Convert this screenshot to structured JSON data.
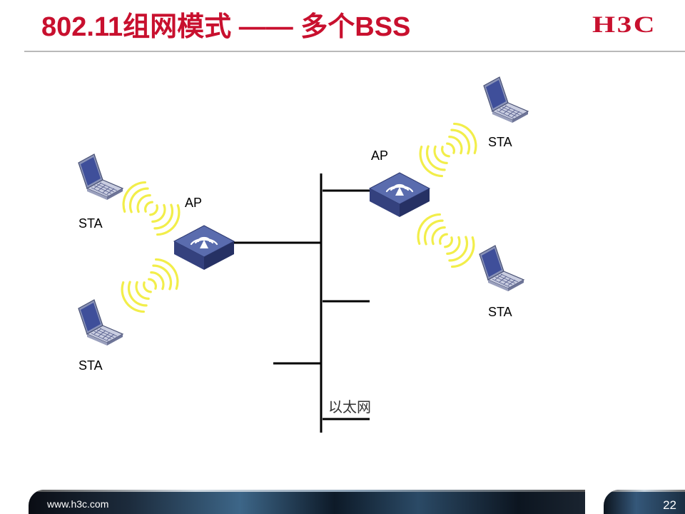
{
  "header": {
    "title": "802.11组网模式 —— 多个BSS",
    "logo_text": "H3C",
    "brand_color": "#c8102e"
  },
  "diagram": {
    "labels": {
      "ap_left": "AP",
      "ap_right": "AP",
      "sta_top_left": "STA",
      "sta_bottom_left": "STA",
      "sta_top_right": "STA",
      "sta_bottom_right": "STA",
      "ethernet": "以太网"
    },
    "icons": {
      "access_point": "wireless-access-point-icon",
      "station": "laptop-icon",
      "signal": "wifi-signal-waves-icon"
    },
    "colors": {
      "ap_body": "#4a5a9e",
      "signal": "#f2ee4a",
      "bus": "#000000"
    }
  },
  "footer": {
    "url": "www.h3c.com",
    "page_number": "22"
  }
}
